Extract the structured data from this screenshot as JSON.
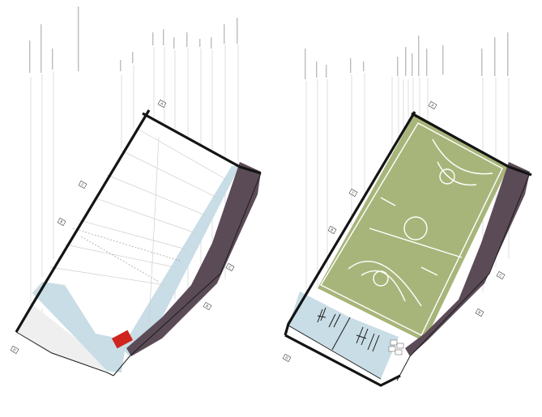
{
  "left_plan": {
    "axis_tags": [
      "A",
      "B",
      "C",
      "D"
    ],
    "colors": {
      "ice": "#c8dde6",
      "wall": "#141414",
      "service": "#5b4b57",
      "accent": "#d0251e",
      "ramp": "#efefef"
    }
  },
  "right_plan": {
    "axis_tags": [
      "A",
      "B",
      "C",
      "D"
    ],
    "colors": {
      "court": "#a8b57a",
      "court_lines": "#ffffff",
      "locker": "#c8dde6",
      "wall": "#141414",
      "service": "#5b4b57"
    }
  }
}
